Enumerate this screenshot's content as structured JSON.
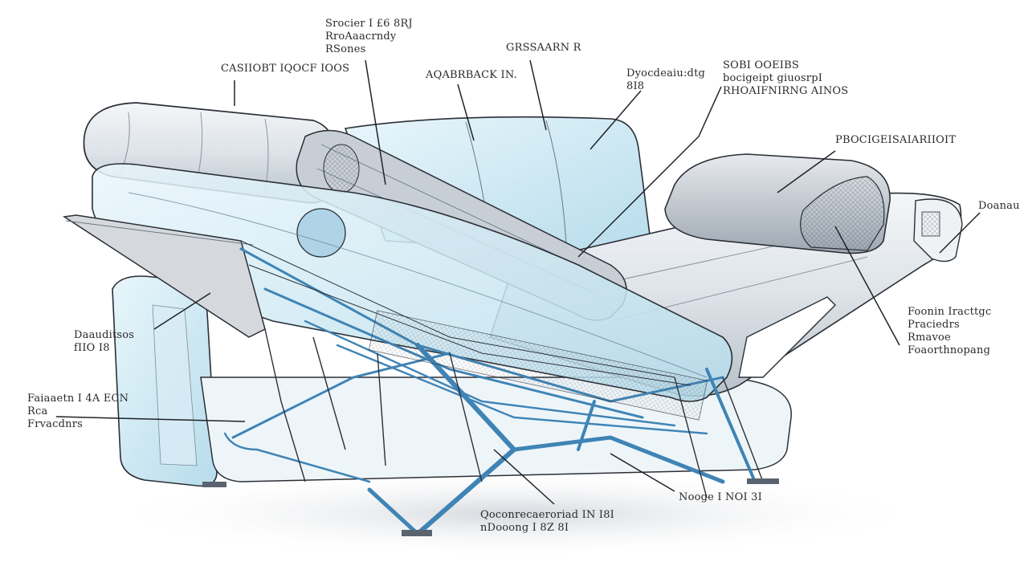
{
  "labels": {
    "l1": {
      "lines": [
        "Srocier I £6 8RJ",
        "RroAaacrndy",
        "RSones"
      ]
    },
    "l2": {
      "lines": [
        "CASIIOBT IQOCF IOOS"
      ]
    },
    "l3": {
      "lines": [
        "AQABRBACK IN."
      ]
    },
    "l4": {
      "lines": [
        "GRSSAARN R"
      ]
    },
    "l5": {
      "lines": [
        "Dyocdeaiu:dtg",
        "8I8"
      ]
    },
    "l6": {
      "lines": [
        "SOBI OOEIBS",
        "bocigeipt giuosrpI",
        "RHOAIFNIRNG AINOS"
      ]
    },
    "l7": {
      "lines": [
        "PBOCIGEISAIARIIOIT"
      ]
    },
    "l8": {
      "lines": [
        "Doanau"
      ]
    },
    "l9": {
      "lines": [
        "Daauditsos",
        "fIIO I8"
      ]
    },
    "l10": {
      "lines": [
        "Faiaaetn I 4A ECN",
        "Rca",
        "Frvacdnrs"
      ]
    },
    "l11": {
      "lines": [
        "Foonin Iracttgc",
        "Praciedrs",
        "Rmavoe",
        "Foaorthnopang"
      ]
    },
    "l12": {
      "lines": [
        "Nooge I NOI 3I"
      ]
    },
    "l13": {
      "lines": [
        "Qoconrecaeroriad IN I8I",
        "nDooong I 8Z 8I"
      ]
    }
  },
  "colors": {
    "line": "#2b2f36",
    "fabric": "#e6eaee",
    "fabric_shadow": "#b9c2cb",
    "glass": "#cfe9f5",
    "frame_blue": "#3f84b5"
  },
  "icons": [
    "recliner-sofa-illustration"
  ]
}
